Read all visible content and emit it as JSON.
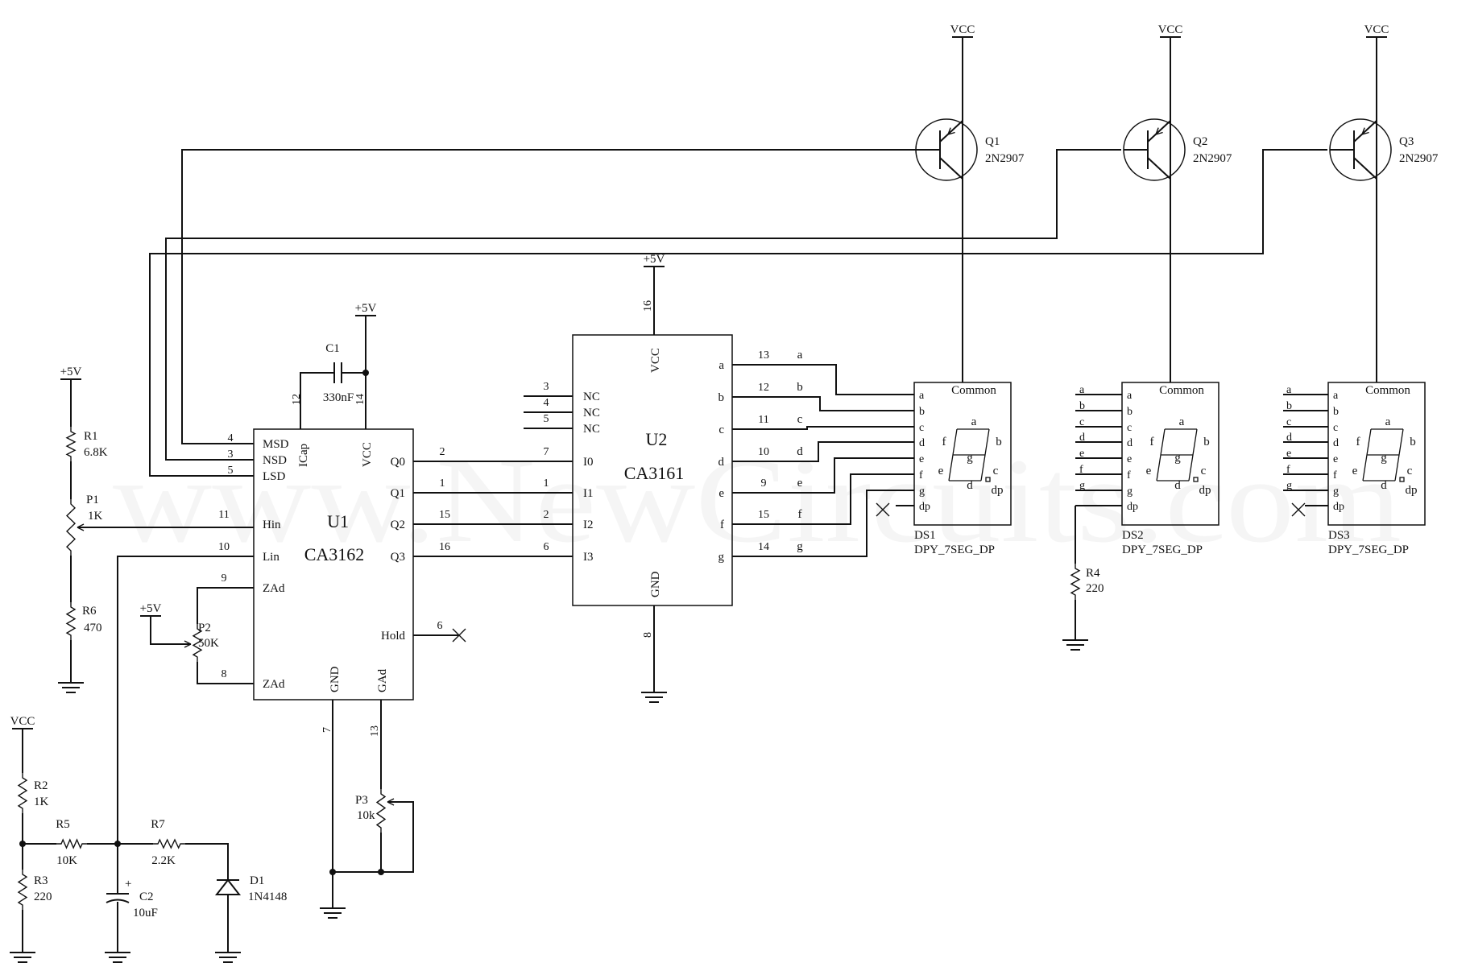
{
  "watermark": "www.NewCircuits.com",
  "power": {
    "vcc": "VCC",
    "plus5v": "+5V"
  },
  "u1": {
    "ref": "U1",
    "part": "CA3162",
    "pins": {
      "msd": {
        "name": "MSD",
        "num": "4"
      },
      "nsd": {
        "name": "NSD",
        "num": "3"
      },
      "lsd": {
        "name": "LSD",
        "num": "5"
      },
      "hin": {
        "name": "Hin",
        "num": "11"
      },
      "lin": {
        "name": "Lin",
        "num": "10"
      },
      "zad1": {
        "name": "ZAd",
        "num": "9"
      },
      "zad2": {
        "name": "ZAd",
        "num": "8"
      },
      "icap": {
        "name": "ICap",
        "num": "12"
      },
      "vcc": {
        "name": "VCC",
        "num": "14"
      },
      "q0": {
        "name": "Q0",
        "num": "2"
      },
      "q1": {
        "name": "Q1",
        "num": "1"
      },
      "q2": {
        "name": "Q2",
        "num": "15"
      },
      "q3": {
        "name": "Q3",
        "num": "16"
      },
      "hold": {
        "name": "Hold",
        "num": "6"
      },
      "gnd": {
        "name": "GND",
        "num": "7"
      },
      "gad": {
        "name": "GAd",
        "num": "13"
      }
    }
  },
  "u2": {
    "ref": "U2",
    "part": "CA3161",
    "nc": [
      {
        "name": "NC",
        "num": "3"
      },
      {
        "name": "NC",
        "num": "4"
      },
      {
        "name": "NC",
        "num": "5"
      }
    ],
    "inputs": [
      {
        "name": "I0",
        "num": "7"
      },
      {
        "name": "I1",
        "num": "1"
      },
      {
        "name": "I2",
        "num": "2"
      },
      {
        "name": "I3",
        "num": "6"
      }
    ],
    "outputs": [
      {
        "name": "a",
        "num": "13"
      },
      {
        "name": "b",
        "num": "12"
      },
      {
        "name": "c",
        "num": "11"
      },
      {
        "name": "d",
        "num": "10"
      },
      {
        "name": "e",
        "num": "9"
      },
      {
        "name": "f",
        "num": "15"
      },
      {
        "name": "g",
        "num": "14"
      }
    ],
    "vcc": {
      "name": "VCC",
      "num": "16"
    },
    "gnd": {
      "name": "GND",
      "num": "8"
    }
  },
  "c1": {
    "ref": "C1",
    "value": "330nF"
  },
  "c2": {
    "ref": "C2",
    "value": "10uF",
    "polarity": "+"
  },
  "r1": {
    "ref": "R1",
    "value": "6.8K"
  },
  "r2": {
    "ref": "R2",
    "value": "1K"
  },
  "r3": {
    "ref": "R3",
    "value": "220"
  },
  "r4": {
    "ref": "R4",
    "value": "220"
  },
  "r5": {
    "ref": "R5",
    "value": "10K"
  },
  "r6": {
    "ref": "R6",
    "value": "470"
  },
  "r7": {
    "ref": "R7",
    "value": "2.2K"
  },
  "p1": {
    "ref": "P1",
    "value": "1K"
  },
  "p2": {
    "ref": "P2",
    "value": "50K"
  },
  "p3": {
    "ref": "P3",
    "value": "10k"
  },
  "d1": {
    "ref": "D1",
    "value": "1N4148"
  },
  "transistors": [
    {
      "ref": "Q1",
      "part": "2N2907"
    },
    {
      "ref": "Q2",
      "part": "2N2907"
    },
    {
      "ref": "Q3",
      "part": "2N2907"
    }
  ],
  "displays": [
    {
      "ref": "DS1",
      "part": "DPY_7SEG_DP"
    },
    {
      "ref": "DS2",
      "part": "DPY_7SEG_DP"
    },
    {
      "ref": "DS3",
      "part": "DPY_7SEG_DP"
    }
  ],
  "display_common": "Common",
  "display_pins": [
    "a",
    "b",
    "c",
    "d",
    "e",
    "f",
    "g",
    "dp"
  ],
  "segment_labels": [
    "a",
    "b",
    "c",
    "d",
    "e",
    "f",
    "g",
    "dp"
  ]
}
